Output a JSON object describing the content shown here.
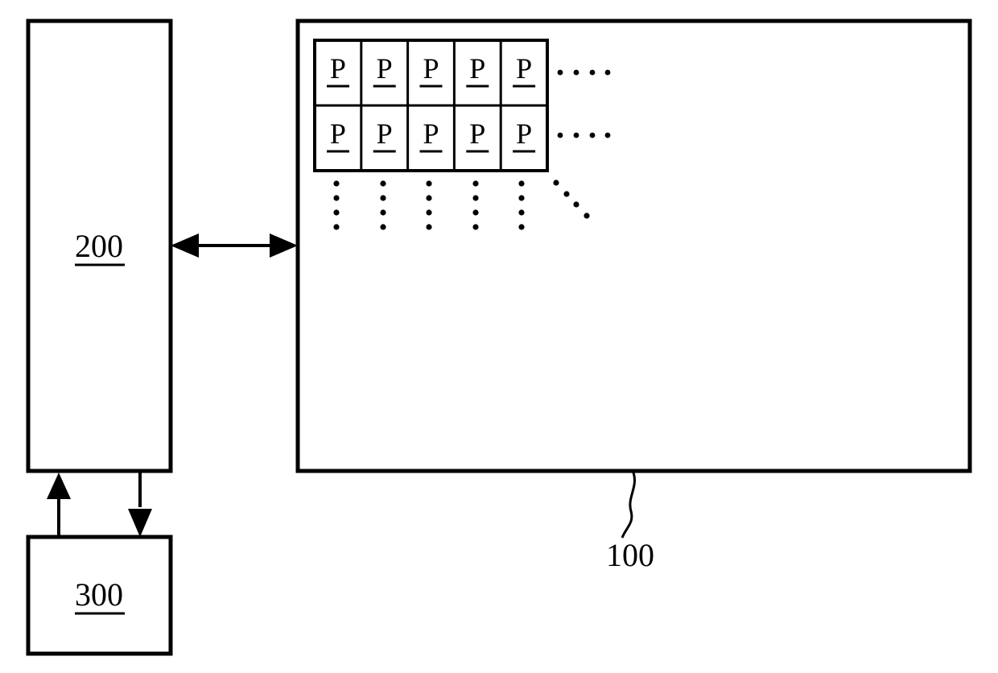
{
  "figure": {
    "type": "patent-block-diagram",
    "background_color": "#ffffff",
    "line_color": "#000000"
  },
  "blocks": {
    "memory_array": {
      "reference_numeral": "100",
      "underlined": false,
      "leader": "wavy-leader-line"
    },
    "controller": {
      "reference_numeral": "200",
      "underlined": true
    },
    "host": {
      "reference_numeral": "300",
      "underlined": true
    }
  },
  "grid": {
    "cell_label": "P",
    "cell_label_underlined": true,
    "rows": 2,
    "columns": 5,
    "row_ellipsis_dot_count": 4,
    "column_ellipsis_dot_count": 4,
    "diagonal_ellipsis_dot_count": 4,
    "cells": [
      [
        "P",
        "P",
        "P",
        "P",
        "P"
      ],
      [
        "P",
        "P",
        "P",
        "P",
        "P"
      ]
    ]
  },
  "connectors": {
    "controller_to_array": "bidirectional-arrow",
    "host_to_controller": "up-arrow",
    "controller_to_host": "down-arrow"
  }
}
